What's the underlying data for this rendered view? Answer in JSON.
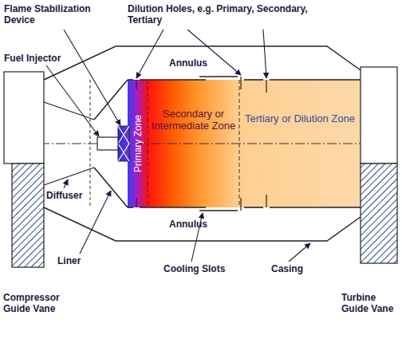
{
  "diagram": {
    "nodes": [
      {
        "text": [
          "Primary Zone"
        ]
      },
      {
        "text": [
          "Secondary or Intermediate Zone"
        ]
      },
      {
        "text": [
          "Tertiary or Dilution Zone"
        ]
      }
    ],
    "labels": [
      "Flame Stabilization Device",
      "Dilution Holes, e.g. Primary, Secondary, Tertiary",
      "Fuel Injector",
      "Annulus",
      "Diffuser",
      "Annulus",
      "Liner",
      "Cooling Slots",
      "Casing",
      "Compressor Guide Vane",
      "Turbine Guide Vane"
    ]
  }
}
